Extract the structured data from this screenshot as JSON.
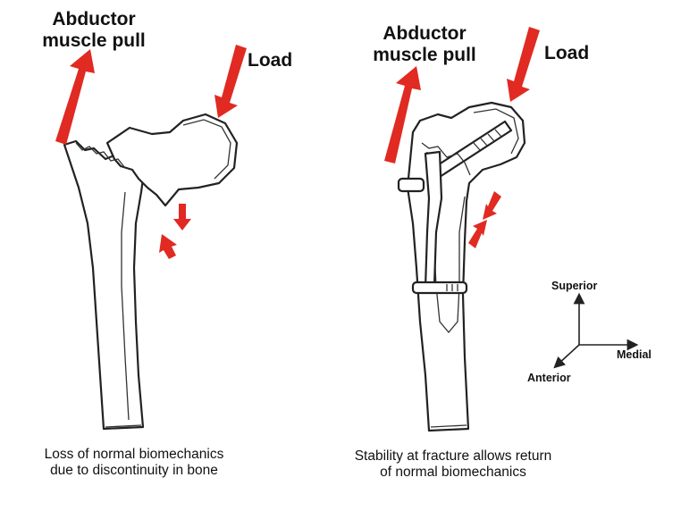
{
  "left_panel": {
    "abductor_label": "Abductor\nmuscle pull",
    "load_label": "Load",
    "caption": "Loss of normal biomechanics\ndue to discontinuity in bone"
  },
  "right_panel": {
    "abductor_label": "Abductor\nmuscle pull",
    "load_label": "Load",
    "caption": "Stability at fracture allows return\nof normal biomechanics"
  },
  "axes": {
    "superior": "Superior",
    "medial": "Medial",
    "anterior": "Anterior"
  },
  "colors": {
    "arrow": "#e02a22",
    "outline": "#222222"
  }
}
